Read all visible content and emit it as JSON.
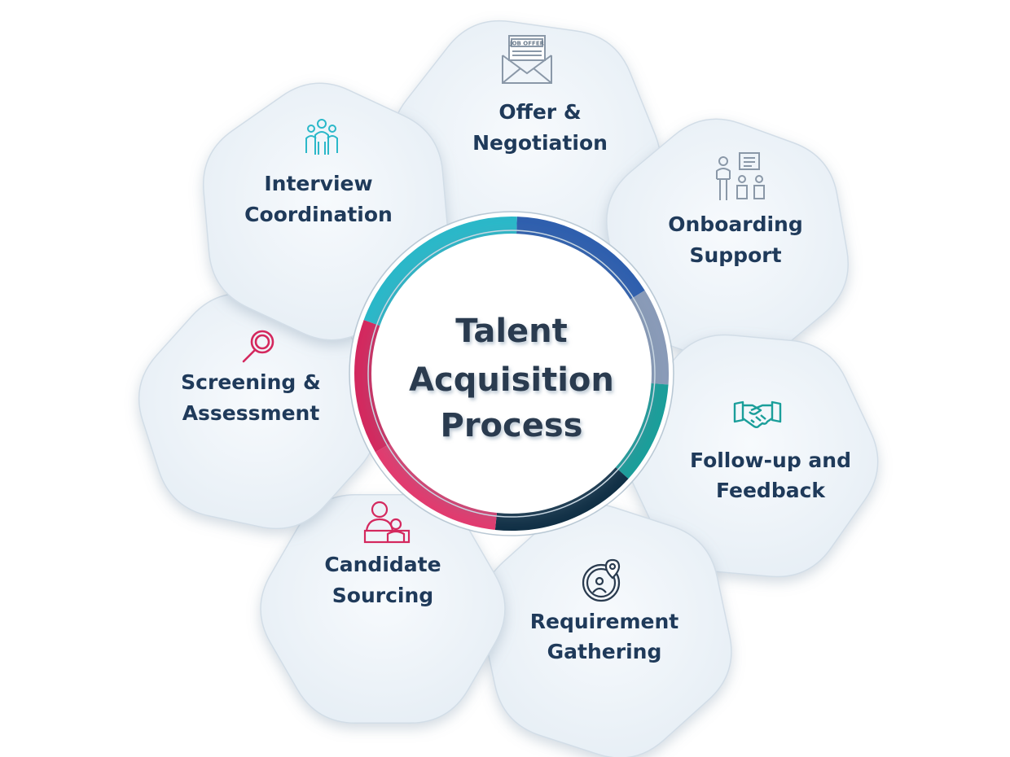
{
  "title_lines": [
    "Talent",
    "Acquisition",
    "Process"
  ],
  "stages": [
    {
      "label_lines": [
        "Offer &",
        "Negotiation"
      ],
      "icon": "job-offer-envelope-icon",
      "icon_text": "JOB OFFER",
      "ring_color": "#2f5fae"
    },
    {
      "label_lines": [
        "Onboarding",
        "Support"
      ],
      "icon": "presentation-team-icon",
      "ring_color": "#8a9bb8"
    },
    {
      "label_lines": [
        "Follow-up and",
        "Feedback"
      ],
      "icon": "handshake-icon",
      "ring_color": "#1a9e9a"
    },
    {
      "label_lines": [
        "Requirement",
        "Gathering"
      ],
      "icon": "location-person-icon",
      "ring_color": "#0f2e44"
    },
    {
      "label_lines": [
        "Candidate",
        "Sourcing"
      ],
      "icon": "candidates-icon",
      "ring_color": "#e33a6e"
    },
    {
      "label_lines": [
        "Screening &",
        "Assessment"
      ],
      "icon": "magnifier-icon",
      "ring_color": "#d4285e"
    },
    {
      "label_lines": [
        "Interview",
        "Coordination"
      ],
      "icon": "group-people-icon",
      "ring_color": "#2bb8c9"
    }
  ],
  "colors": {
    "petal_fill": "#edf3f8",
    "petal_edge": "#d2dde7",
    "label_text": "#1f3a5a",
    "title_text": "#2a3b4f"
  }
}
